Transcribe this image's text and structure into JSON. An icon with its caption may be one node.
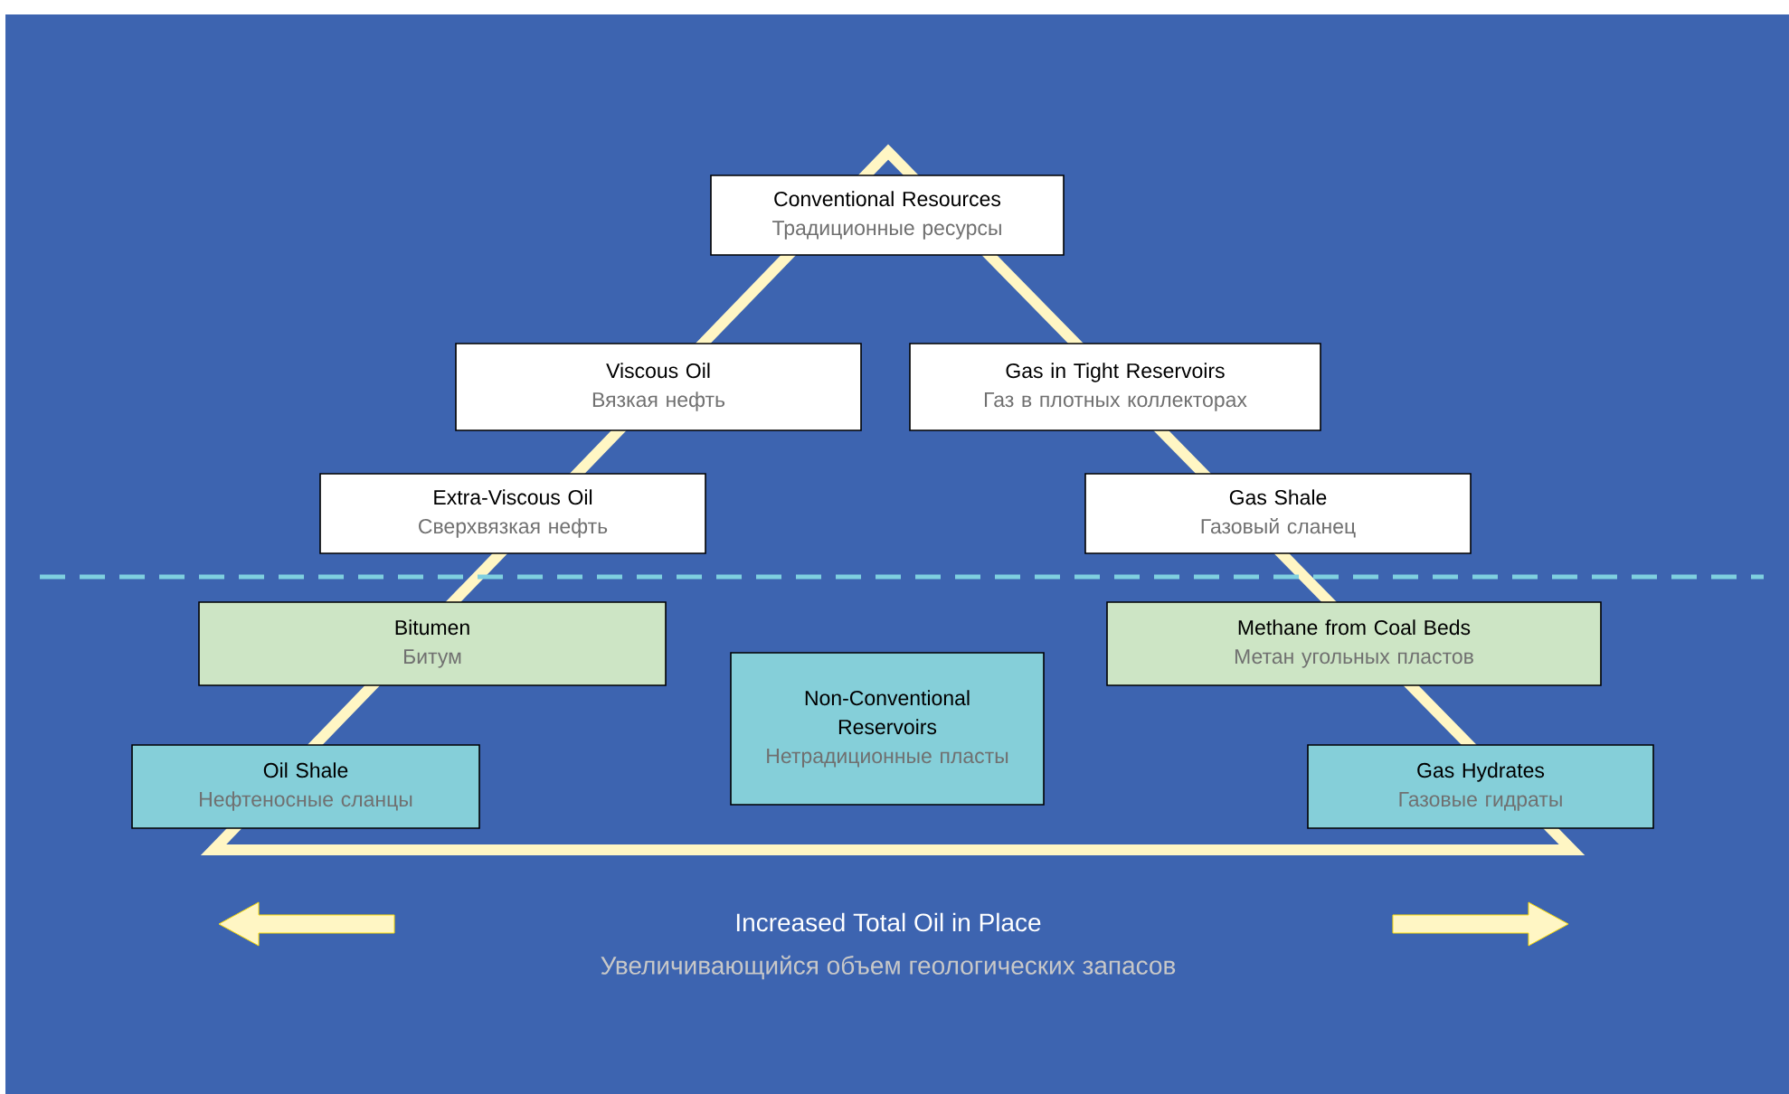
{
  "diagram": {
    "nodes": [
      {
        "text": [
          "Conventional Resources",
          "Традиционные ресурсы"
        ]
      },
      {
        "text": [
          "Viscous Oil",
          "Вязкая нефть"
        ]
      },
      {
        "text": [
          "Gas in Tight Reservoirs",
          "Газ в плотных коллекторах"
        ]
      },
      {
        "text": [
          "Extra-Viscous Oil",
          "Сверхвязкая нефть"
        ]
      },
      {
        "text": [
          "Gas Shale",
          "Газовый сланец"
        ]
      },
      {
        "text": [
          "Bitumen",
          "Битум"
        ]
      },
      {
        "text": [
          "Non-Conventional Reservoirs",
          "Нетрадиционные пласты"
        ]
      },
      {
        "text": [
          "Methane from Coal Beds",
          "Метан угольных пластов"
        ]
      },
      {
        "text": [
          "Oil Shale",
          "Нефтеносные сланцы"
        ]
      },
      {
        "text": [
          "Gas Hydrates",
          "Газовые гидраты"
        ]
      }
    ],
    "labels": [
      "Increased Total Oil in Place",
      "Увеличивающийся объем геологических запасов"
    ]
  }
}
